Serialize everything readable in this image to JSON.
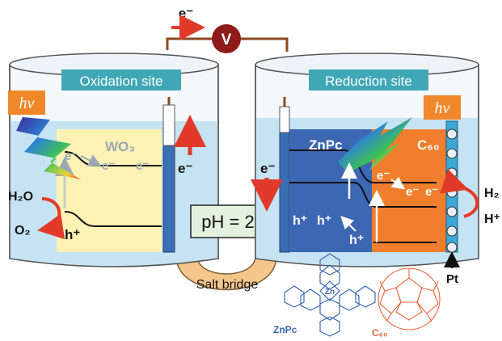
{
  "voltmeter": {
    "electron_label": "e⁻",
    "meter_label": "V"
  },
  "left_cell": {
    "title": "Oxidation site",
    "light_label": "hν",
    "material": "WO₃",
    "electrons": [
      "e⁻",
      "e⁻",
      "e⁻"
    ],
    "hole": "h⁺",
    "electrode_electron": "e⁻",
    "reactant": "H₂O",
    "product": "O₂"
  },
  "right_cell": {
    "title": "Reduction site",
    "light_label": "hν",
    "zinc_label": "ZnPc",
    "c60_label": "C₆₀",
    "electron_in": "e⁻",
    "c60_electrons": [
      "e⁻",
      "e⁻",
      "e⁻"
    ],
    "holes": [
      "h⁺",
      "h⁺",
      "h⁺"
    ],
    "pt_label": "Pt",
    "h2_label": "H₂",
    "hplus_label": "H⁺"
  },
  "ph_label": "pH = 2",
  "salt_bridge_label": "Salt bridge",
  "structures": {
    "zinc_center": "Zn",
    "zinc_caption": "ZnPc",
    "c60_caption": "C₆₀"
  },
  "colors": {
    "beaker_fill": "#c6e3f3",
    "wo3_fill": "#fbf2b4",
    "zinc_fill": "#3b67b3",
    "c60_fill": "#f07e2c",
    "title_fill": "#3fa7b5",
    "light_label_fill": "#f0882a",
    "arrow_red": "#e23a2a",
    "bridge_fill": "#f5c68b",
    "ph_fill": "#e3f1df",
    "voltmeter_fill": "#8e1a1a",
    "wire": "#8b4a1e"
  }
}
